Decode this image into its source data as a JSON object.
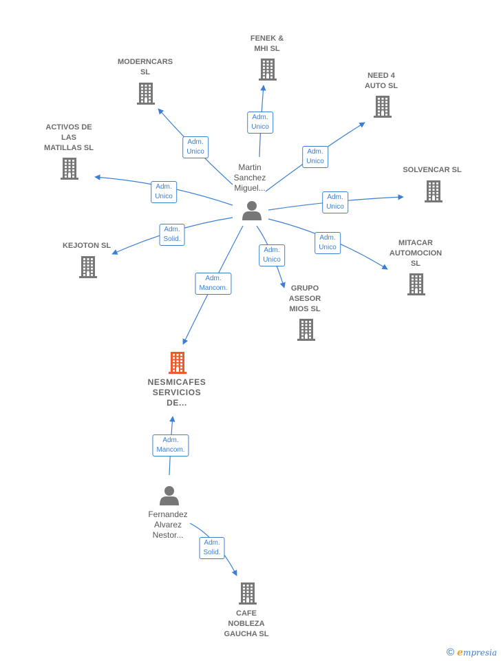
{
  "colors": {
    "edge": "#3a7fd5",
    "company": "#777777",
    "focus": "#ef5a2a",
    "person": "#777777"
  },
  "nodes": [
    {
      "id": "martin",
      "type": "person",
      "label": "Martin\nSanchez\nMiguel..."
    },
    {
      "id": "fernandez",
      "type": "person",
      "label": "Fernandez\nAlvarez\nNestor..."
    },
    {
      "id": "nesmicafes",
      "type": "focus-company",
      "label": "NESMICAFES\nSERVICIOS\nDE..."
    },
    {
      "id": "fenek",
      "type": "company",
      "label": "FENEK &\nMHI SL"
    },
    {
      "id": "moderncars",
      "type": "company",
      "label": "MODERNCARS\nSL"
    },
    {
      "id": "need4",
      "type": "company",
      "label": "NEED 4\nAUTO  SL"
    },
    {
      "id": "activos",
      "type": "company",
      "label": "ACTIVOS DE\nLAS\nMATILLAS  SL"
    },
    {
      "id": "solvencar",
      "type": "company",
      "label": "SOLVENCAR SL"
    },
    {
      "id": "kejoton",
      "type": "company",
      "label": "KEJOTON  SL"
    },
    {
      "id": "mitacar",
      "type": "company",
      "label": "MITACAR\nAUTOMOCION\nSL"
    },
    {
      "id": "grupo",
      "type": "company",
      "label": "GRUPO\nASESOR\nMIOS  SL"
    },
    {
      "id": "cafe",
      "type": "company",
      "label": "CAFE\nNOBLEZA\nGAUCHA  SL"
    }
  ],
  "edges": [
    {
      "from": "martin",
      "to": "fenek",
      "label": "Adm.\nUnico"
    },
    {
      "from": "martin",
      "to": "moderncars",
      "label": "Adm.\nUnico"
    },
    {
      "from": "martin",
      "to": "need4",
      "label": "Adm.\nUnico"
    },
    {
      "from": "martin",
      "to": "activos",
      "label": "Adm.\nUnico"
    },
    {
      "from": "martin",
      "to": "solvencar",
      "label": "Adm.\nUnico"
    },
    {
      "from": "martin",
      "to": "kejoton",
      "label": "Adm.\nSolid."
    },
    {
      "from": "martin",
      "to": "mitacar",
      "label": "Adm.\nUnico"
    },
    {
      "from": "martin",
      "to": "grupo",
      "label": "Adm.\nUnico"
    },
    {
      "from": "martin",
      "to": "nesmicafes",
      "label": "Adm.\nMancom."
    },
    {
      "from": "fernandez",
      "to": "nesmicafes",
      "label": "Adm.\nMancom."
    },
    {
      "from": "fernandez",
      "to": "cafe",
      "label": "Adm.\nSolid."
    }
  ],
  "footer": {
    "copyright": "©",
    "brand_first": "e",
    "brand_rest": "mpresia"
  }
}
